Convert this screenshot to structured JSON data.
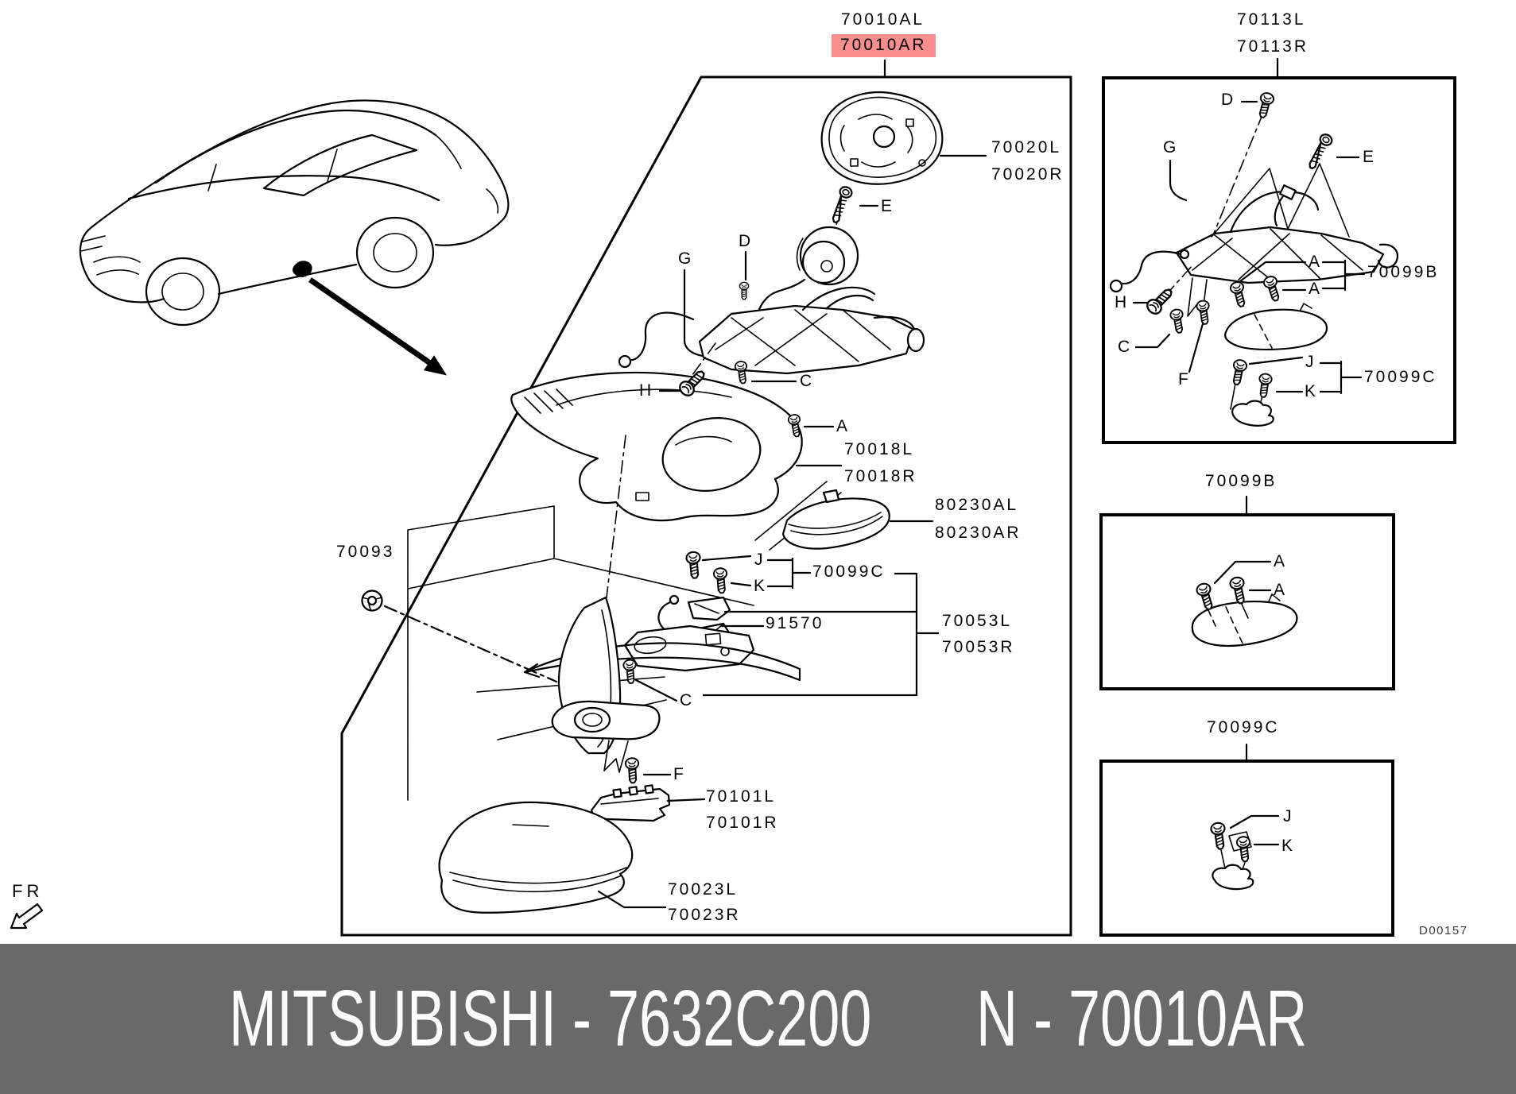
{
  "main_box": {
    "top_label_l": "70010AL",
    "top_label_r": "70010AR",
    "highlight_color": "#F98E8E",
    "callouts": {
      "c70020l": "70020L",
      "c70020r": "70020R",
      "c70018l": "70018L",
      "c70018r": "70018R",
      "c80230al": "80230AL",
      "c80230ar": "80230AR",
      "c70099c": "70099C",
      "c91570": "91570",
      "c70053l": "70053L",
      "c70053r": "70053R",
      "c70093": "70093",
      "c70101l": "70101L",
      "c70101r": "70101R",
      "c70023l": "70023L",
      "c70023r": "70023R"
    },
    "fasteners": {
      "e": "E",
      "d": "D",
      "g": "G",
      "h": "H",
      "c_upper": "C",
      "a": "A",
      "j": "J",
      "k": "K",
      "c_lower": "C",
      "f": "F"
    }
  },
  "detail_box_70113": {
    "title_l": "70113L",
    "title_r": "70113R",
    "fasteners": {
      "d": "D",
      "g": "G",
      "e": "E",
      "h": "H",
      "c": "C",
      "f": "F",
      "a1": "A",
      "a2": "A",
      "j": "J",
      "k": "K"
    },
    "callouts": {
      "b": "70099B",
      "c": "70099C"
    }
  },
  "detail_box_70099b": {
    "title": "70099B",
    "fasteners": {
      "a1": "A",
      "a2": "A"
    }
  },
  "detail_box_70099c": {
    "title": "70099C",
    "fasteners": {
      "j": "J",
      "k": "K"
    }
  },
  "drawing_code": "D00157",
  "fr_indicator": "FR",
  "footer": {
    "bg_color": "#696969",
    "brand_and_part": "MITSUBISHI - 7632C200",
    "ref": "N - 70010AR"
  }
}
